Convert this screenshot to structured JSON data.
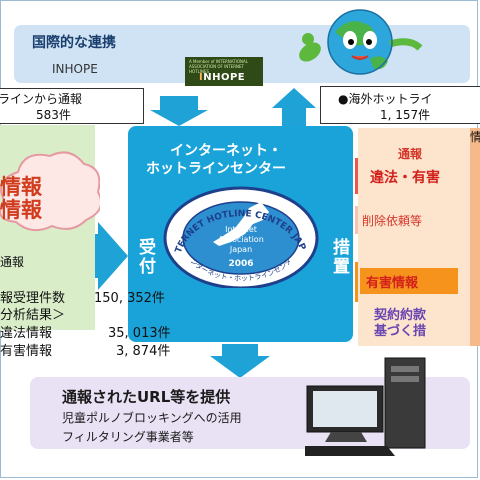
{
  "international": {
    "title": "国際的な連携",
    "partner": "INHOPE",
    "logo_small": "A Member of INTERNATIONAL ASSOCIATION OF INTERNET HOTLINES",
    "logo_text_i": "I",
    "logo_text_rest": "NHOPE"
  },
  "inflow": {
    "hotline_report": "ラインから通報",
    "hotline_count": "583件",
    "overseas_report": "●海外ホットライ",
    "overseas_count": "1, 157件",
    "overseas_edge": "情",
    "cloud_line1": "情報",
    "cloud_line2": "情報",
    "arrow_label": "通報"
  },
  "center": {
    "title_line1": "インターネット・",
    "title_line2": "ホットラインセンター",
    "seal_outer_top": "INTERNET HOTLINE CENTER JAPAN",
    "seal_inner1": "Internet",
    "seal_inner2": "Association",
    "seal_inner3": "Japan",
    "seal_year": "2006",
    "seal_bottom": "インターネット・ホットラインセンター",
    "left_label": "受付",
    "right_label": "措置"
  },
  "actions": {
    "report": "通報",
    "illegal": "違法・有害",
    "deletion": "削除依頼等",
    "harmful": "有害情報",
    "contract1": "契約約款",
    "contract2": "基づく措"
  },
  "stats": {
    "received_label": "報受理件数",
    "received_value": "150, 352件",
    "analysis_label": "分析結果＞",
    "illegal_label": "違法情報",
    "illegal_value": "35, 013件",
    "harmful_label": "有害情報",
    "harmful_value": "3, 874件"
  },
  "output": {
    "title": "通報されたURL等を提供",
    "line1": "児童ポルノブロッキングへの活用",
    "line2": "フィルタリング事業者等"
  },
  "colors": {
    "arrow_blue": "#1fa3d6",
    "center_blue": "#1aa3d9",
    "arrow_red": "#ea5a4a",
    "arrow_orange": "#f6931d",
    "band_blue": "#cfe3f5",
    "band_purple": "#e9e1f4",
    "green_panel": "#d9edc9"
  },
  "icons": [
    "globe-mascot-icon",
    "computer-icon",
    "japan-map-icon"
  ]
}
